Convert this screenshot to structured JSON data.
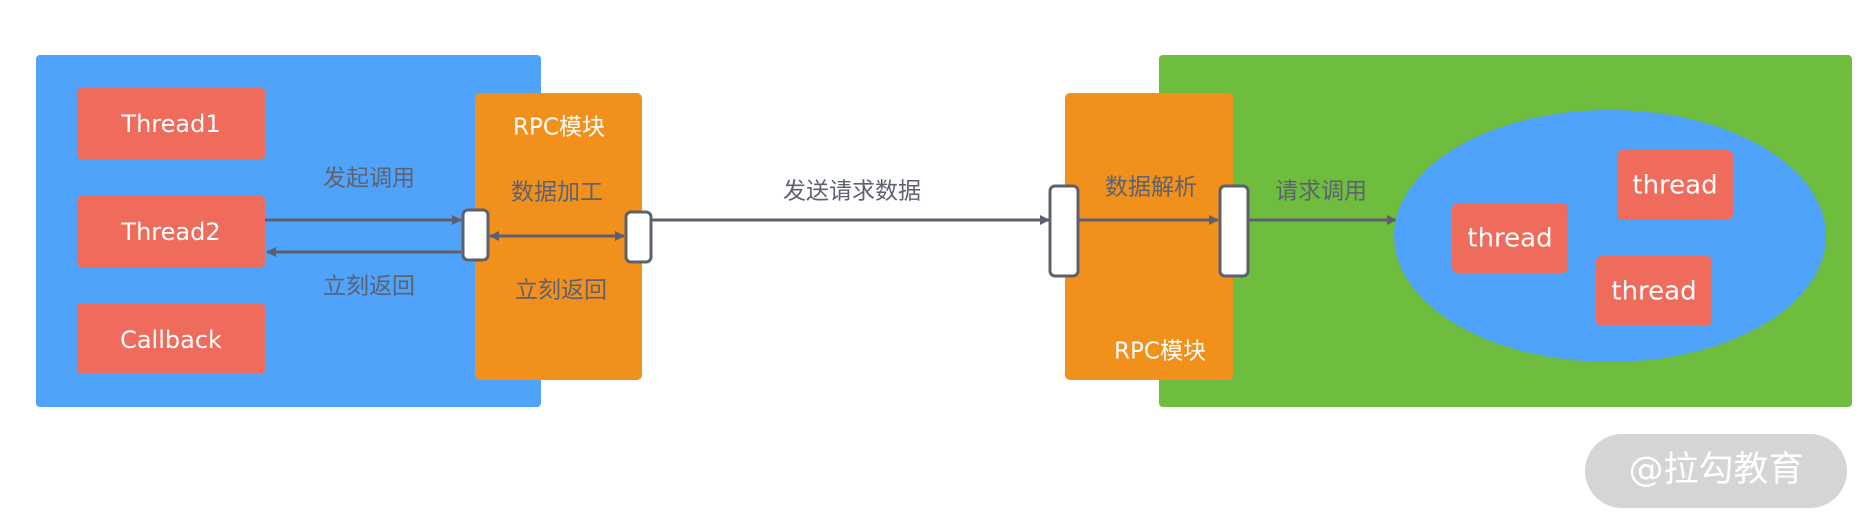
{
  "client": {
    "threads": [
      "Thread1",
      "Thread2",
      "Callback"
    ],
    "rpc_title": "RPC模块",
    "rpc_label_data": "数据加工",
    "rpc_label_return": "立刻返回",
    "invoke_label": "发起调用",
    "return_label": "立刻返回"
  },
  "transfer": {
    "label": "发送请求数据"
  },
  "server": {
    "rpc_title": "RPC模块",
    "parse_label": "数据解析",
    "request_label": "请求调用",
    "pool_threads": [
      "thread",
      "thread",
      "thread"
    ]
  },
  "watermark": {
    "text": "@拉勾教育"
  },
  "colors": {
    "client_bg": "#4fa3fa",
    "server_bg": "#6fbd3f",
    "rpc": "#f2901c",
    "thread": "#ef6b5c",
    "pool": "#4fa3fa",
    "arrow": "#5c5f6e",
    "label_dark": "#5d6270",
    "watermark": "#d5d5d5"
  }
}
